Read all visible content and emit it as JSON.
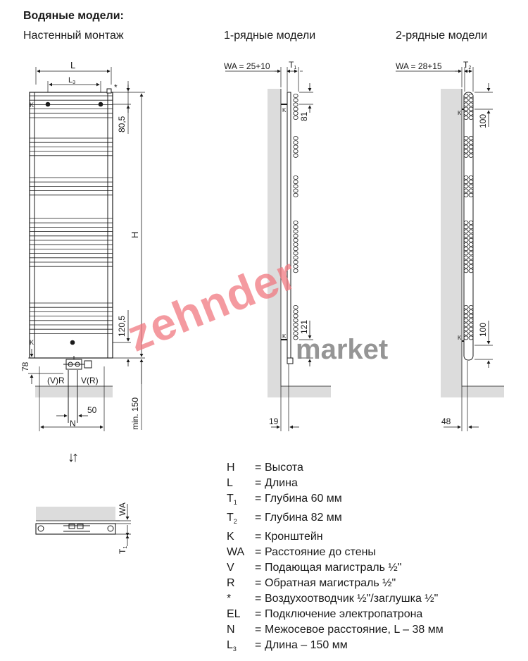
{
  "header": {
    "title": "Водяные модели:",
    "wall_mount": "Настенный монтаж",
    "one_row": "1-рядные модели",
    "two_row": "2-рядные модели"
  },
  "front_view": {
    "L": "L",
    "L3": "L3",
    "star": "*",
    "K_top": "K",
    "K_bottom": "K",
    "dim_80_5": "80,5",
    "H": "H",
    "dim_120_5": "120,5",
    "dim_78": "78",
    "VR": "(V)R",
    "RV": "V(R)",
    "dim_50": "50",
    "N": "N",
    "min150": "min. 150",
    "arrows": "↓↑"
  },
  "one_row_view": {
    "wa": "WA = 25+10",
    "t1": "T1",
    "dim_81": "81",
    "dim_121": "121",
    "dim_19": "19",
    "K_top": "K",
    "K_bottom": "K"
  },
  "two_row_view": {
    "wa": "WA = 28+15",
    "t2": "T2",
    "dim_100_top": "100",
    "dim_100_bottom": "100",
    "dim_48": "48",
    "K_top": "K",
    "K_bottom": "K"
  },
  "top_view": {
    "wa": "WA",
    "t1": "T1"
  },
  "legend": [
    {
      "sym": "H",
      "sub": "",
      "text": "Высота"
    },
    {
      "sym": "L",
      "sub": "",
      "text": "Длина"
    },
    {
      "sym": "T",
      "sub": "1",
      "text": "Глубина 60 мм"
    },
    {
      "sym": "T",
      "sub": "2",
      "text": "Глубина 82 мм"
    },
    {
      "sym": "K",
      "sub": "",
      "text": "Кронштейн"
    },
    {
      "sym": "WA",
      "sub": "",
      "text": "Расстояние до стены"
    },
    {
      "sym": "V",
      "sub": "",
      "text": "Подающая магистраль ½\""
    },
    {
      "sym": "R",
      "sub": "",
      "text": "Обратная магистраль ½\""
    },
    {
      "sym": "*",
      "sub": "",
      "text": "Воздухоотводчик ½\"/заглушка ½\""
    },
    {
      "sym": "EL",
      "sub": "",
      "text": "Подключение электропатрона"
    },
    {
      "sym": "N",
      "sub": "",
      "text": "Межосевое расстояние, L – 38 мм"
    },
    {
      "sym": "L",
      "sub": "3",
      "text": "Длина – 150 мм"
    }
  ],
  "watermark": {
    "brand": "zehnder",
    "suffix": "market"
  },
  "colors": {
    "line": "#1a1a1a",
    "wall": "#dcdcdc",
    "watermark_red": "#f08a90",
    "watermark_grey": "#8a8a8a"
  }
}
